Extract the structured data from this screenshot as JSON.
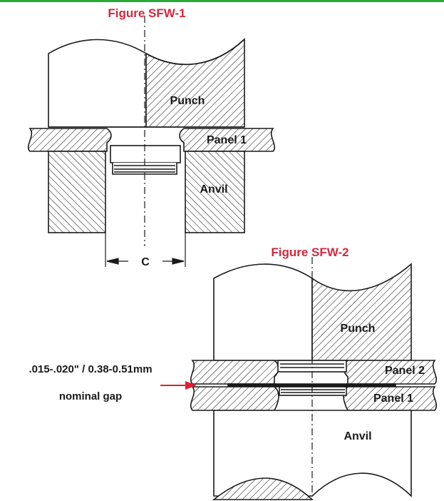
{
  "colors": {
    "accent_bar": "#2aa83c",
    "figure_title": "#d7263d",
    "arrow": "#e0202e",
    "ink": "#1a1a1a"
  },
  "figure1": {
    "title": "Figure SFW-1",
    "labels": {
      "punch": "Punch",
      "panel1": "Panel 1",
      "anvil": "Anvil",
      "dimension": "C"
    }
  },
  "figure2": {
    "title": "Figure SFW-2",
    "labels": {
      "punch": "Punch",
      "panel2": "Panel 2",
      "panel1": "Panel 1",
      "anvil": "Anvil"
    },
    "gap_callout": {
      "line1": ".015-.020\" / 0.38-0.51mm",
      "line2": "nominal gap"
    }
  }
}
